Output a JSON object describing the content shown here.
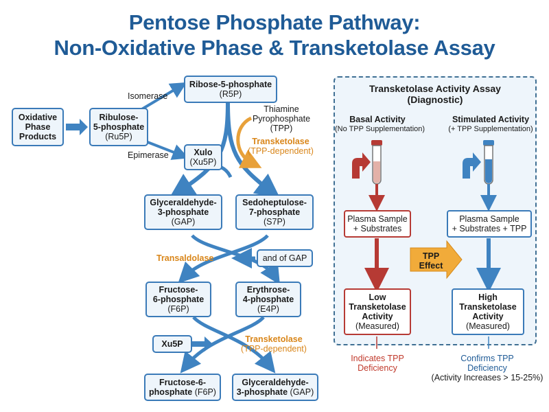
{
  "title": {
    "line1": "Pentose Phosphate Pathway:",
    "line2": "Non-Oxidative Phase & Transketolase Assay"
  },
  "pathway": {
    "oxidative": {
      "line1": "Oxidative",
      "line2": "Phase",
      "line3": "Products"
    },
    "ru5p": {
      "line1": "Ribulose-",
      "line2": "5-phosphate",
      "line3": "(Ru5P)"
    },
    "r5p": {
      "name": "Ribose-5-phosphate",
      "abbr": "(R5P)"
    },
    "xu5p_top": {
      "name": "Xulo",
      "abbr": "(Xu5P)"
    },
    "isomerase": "Isomerase",
    "epimerase": "Epimerase",
    "tpp": {
      "line1": "Thiamine",
      "line2": "Pyrophosphate",
      "line3": "(TPP)"
    },
    "transketolase_1": {
      "name": "Transketolase",
      "note": "(TPP-dependent)"
    },
    "gap1": {
      "line1": "Glyceraldehyde-",
      "line2": "3-phosphate",
      "line3": "(GAP)"
    },
    "s7p": {
      "line1": "Sedoheptulose-",
      "line2": "7-phosphate",
      "line3": "(S7P)"
    },
    "transaldolase": "Transaldolase",
    "and_of_gap": "and of GAP",
    "f6p1": {
      "line1": "Fructose-",
      "line2": "6-phosphate",
      "line3": "(F6P)"
    },
    "e4p": {
      "line1": "Erythrose-",
      "line2": "4-phosphate",
      "line3": "(E4P)"
    },
    "xu5p_bottom": "Xu5P",
    "transketolase_2": {
      "name": "Transketolase",
      "note": "(TPP-dependent)"
    },
    "f6p2": {
      "line1": "Fructose-6-",
      "line2": "phosphate",
      "line2b": "(F6P)"
    },
    "gap2": {
      "line1": "Glyceraldehyde-",
      "line2": "3-phosphate",
      "line2b": "(GAP)"
    }
  },
  "assay": {
    "title_line1": "Transketolase Activity Assay",
    "title_line2": "(Diagnostic)",
    "basal": {
      "title": "Basal Activity",
      "subtitle": "(No TPP Supplementation)"
    },
    "stimulated": {
      "title": "Stimulated Activity",
      "subtitle": "(+ TPP Supplementation)"
    },
    "plasma_basal": {
      "line1": "Plasma Sample",
      "line2": "+ Substrates"
    },
    "plasma_stim": {
      "line1": "Plasma Sample",
      "line2": "+ Substrates + TPP"
    },
    "tpp_effect": {
      "line1": "TPP",
      "line2": "Effect"
    },
    "low": {
      "line1": "Low",
      "line2": "Transketolase",
      "line3": "Activity",
      "line4": "(Measured)"
    },
    "high": {
      "line1": "High",
      "line2": "Transketolase",
      "line3": "Activity",
      "line4": "(Measured)"
    },
    "indicates": {
      "line1": "Indicates TPP",
      "line2": "Deficiency"
    },
    "confirms": {
      "line1": "Confirms TPP",
      "line2": "Deficiency",
      "line3": "(Activity Increases > 15-25%)"
    }
  },
  "colors": {
    "title": "#1f5b96",
    "node_border": "#3a7ab8",
    "node_fill": "#eef5fb",
    "arrow_blue": "#3f83c1",
    "enzyme_orange": "#d9861a",
    "assay_red": "#b63a34",
    "assay_red_label": "#c0392b",
    "assay_blue_label": "#1f5b96"
  }
}
